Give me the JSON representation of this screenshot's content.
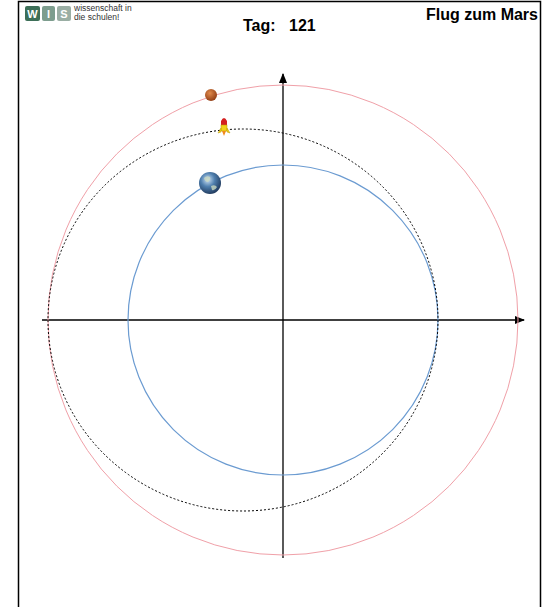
{
  "diagram": {
    "title": "Flug zum Mars",
    "nodes": [
      {
        "text": [
          "W"
        ]
      },
      {
        "text": [
          "I"
        ]
      },
      {
        "text": [
          "S"
        ]
      }
    ],
    "labels": [
      "wissenschaft in die schulen!",
      "Tag:",
      "121"
    ]
  }
}
